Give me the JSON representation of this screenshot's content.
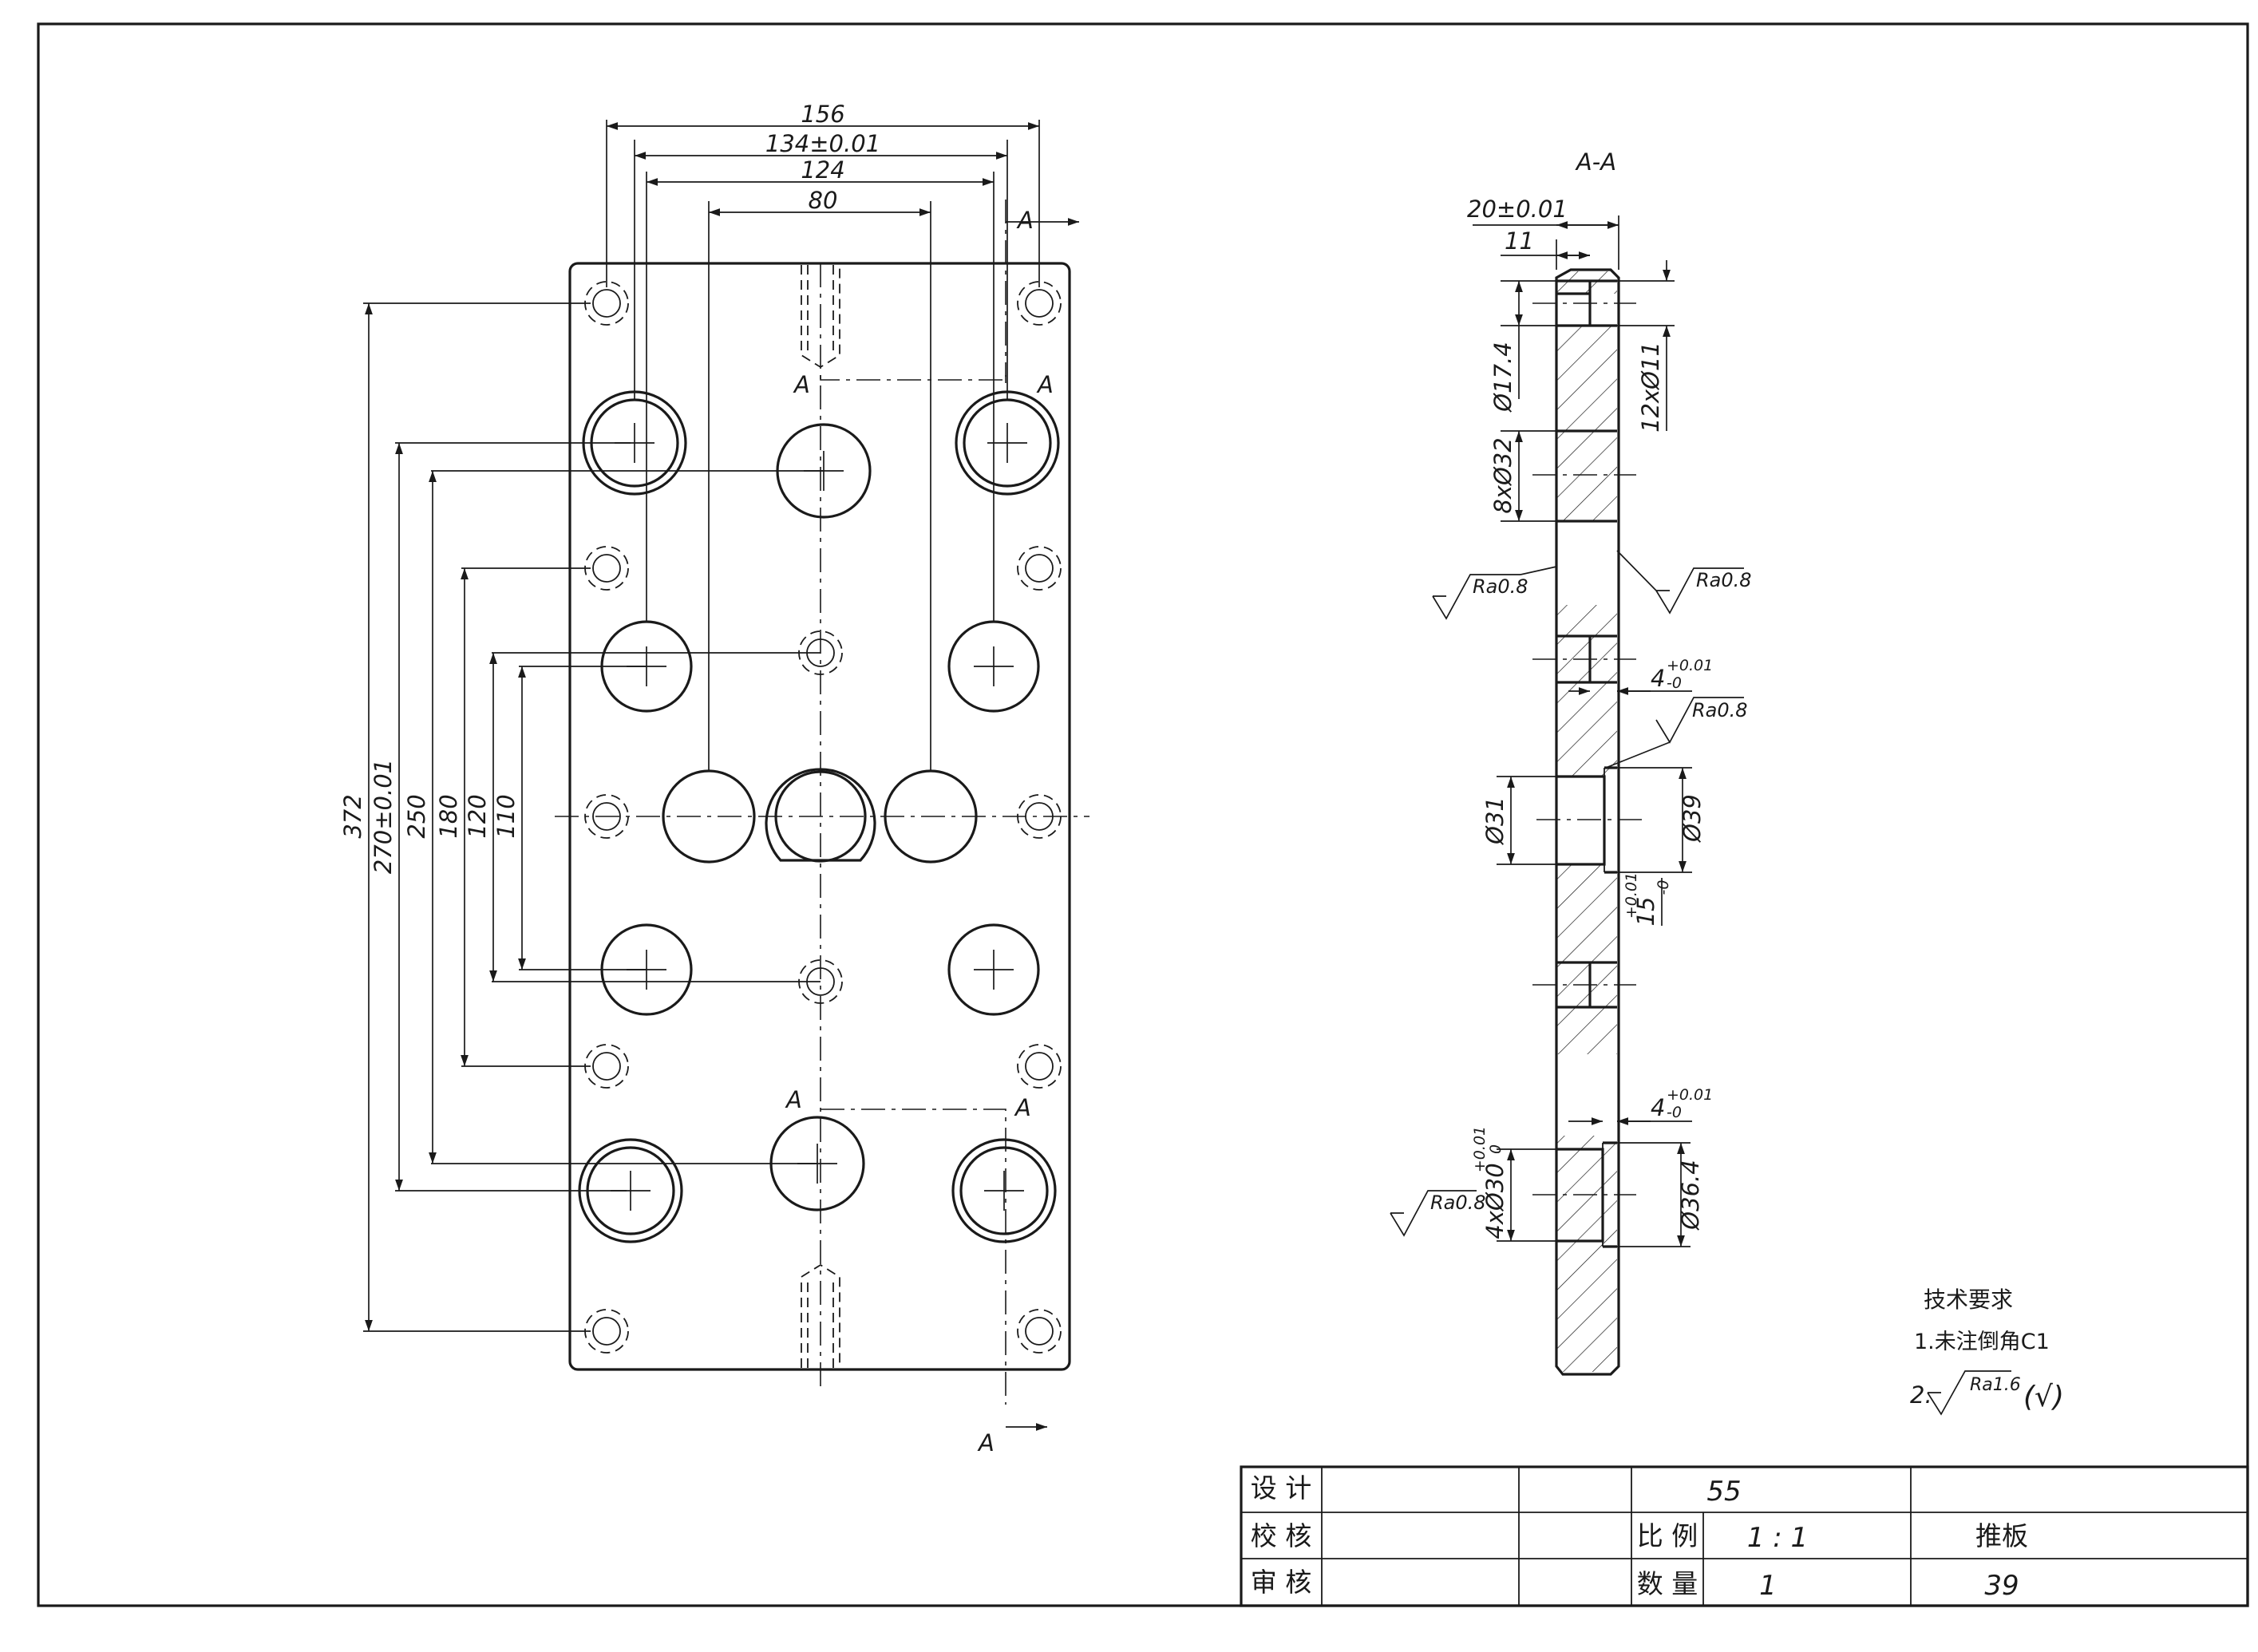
{
  "plan_view": {
    "dimensions": {
      "d156": "156",
      "d134": "134±0.01",
      "d124": "124",
      "d80": "80",
      "d372": "372",
      "d270": "270±0.01",
      "d250": "250",
      "d180": "180",
      "d120": "120",
      "d110": "110"
    },
    "section_mark": "A"
  },
  "section_view": {
    "title": "A-A",
    "dimensions": {
      "d20": "20±0.01",
      "d11": "11",
      "dia174": "Ø17.4",
      "holes12": "12xØ11",
      "holes8": "8xØ32",
      "depth4_top": "4",
      "dia31": "Ø31",
      "dia39": "Ø39",
      "depth15": "15",
      "depth4_bottom": "4",
      "holes4": "4xØ30",
      "dia364": "Ø36.4"
    },
    "tolerances": {
      "upper": "+0.01",
      "lower": "-0",
      "lower_zero": "0"
    },
    "roughness": {
      "ra08": "Ra0.8"
    }
  },
  "notes": {
    "heading": "技术要求",
    "item1": "1.未注倒角C1",
    "item2_prefix": "2.",
    "item2_ra": "Ra1.6",
    "item2_suffix": "(√)"
  },
  "title_block": {
    "design_label": "设 计",
    "check_label": "校 核",
    "review_label": "审 核",
    "drawing_no": "55",
    "scale_label": "比 例",
    "scale_value": "1 : 1",
    "qty_label": "数 量",
    "qty_value": "1",
    "part_name": "推板",
    "sheet_no": "39"
  }
}
